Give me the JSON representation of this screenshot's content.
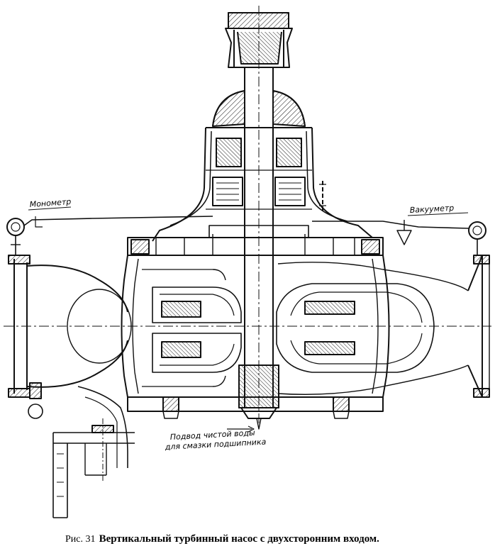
{
  "labels": {
    "manometer": "Монометр",
    "vacuummeter": "Вакууметр",
    "water_line1": "Подвод чистой воды",
    "water_line2": "для смазки подшипника"
  },
  "caption": {
    "number": "Рис. 31",
    "text": "Вертикальный турбинный насос с двухсторонним входом."
  },
  "colors": {
    "ink": "#111111",
    "paper": "#ffffff",
    "hatch": "#333333"
  }
}
